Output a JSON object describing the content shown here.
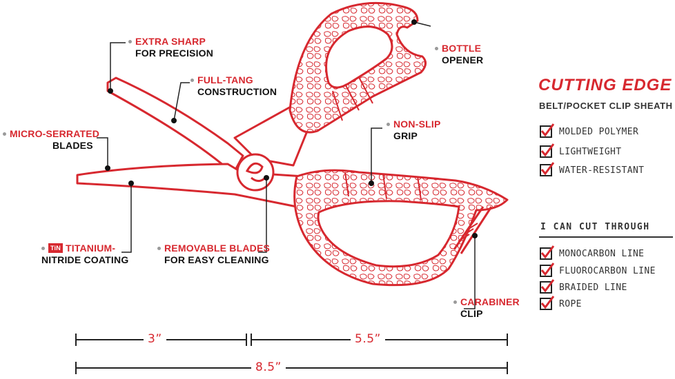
{
  "colors": {
    "accent": "#d7282f",
    "text": "#111111",
    "muted": "#9a9a9a"
  },
  "callouts": {
    "extra_sharp": {
      "red": "EXTRA SHARP",
      "black": "FOR PRECISION"
    },
    "full_tang": {
      "red": "FULL-TANG",
      "black": "CONSTRUCTION"
    },
    "micro_serrated": {
      "red": "MICRO-SERRATED",
      "black": "BLADES"
    },
    "titanium": {
      "badge": "TiN",
      "red": "TITANIUM-",
      "black": "NITRIDE COATING"
    },
    "removable": {
      "red": "REMOVABLE BLADES",
      "black": "FOR EASY CLEANING"
    },
    "bottle": {
      "red": "BOTTLE",
      "black": "OPENER"
    },
    "non_slip": {
      "red": "NON-SLIP",
      "black": "GRIP"
    },
    "carabiner": {
      "red": "CARABINER",
      "black": "CLIP"
    }
  },
  "sheath": {
    "title": "CUTTING EDGE",
    "subtitle": "BELT/POCKET CLIP SHEATH",
    "features": [
      "MOLDED POLYMER",
      "LIGHTWEIGHT",
      "WATER-RESISTANT"
    ]
  },
  "cut_through": {
    "title": "I CAN CUT THROUGH",
    "items": [
      "MONOCARBON LINE",
      "FLUOROCARBON LINE",
      "BRAIDED LINE",
      "ROPE"
    ]
  },
  "dimensions": {
    "blade": "3”",
    "handle": "5.5”",
    "total": "8.5”"
  }
}
